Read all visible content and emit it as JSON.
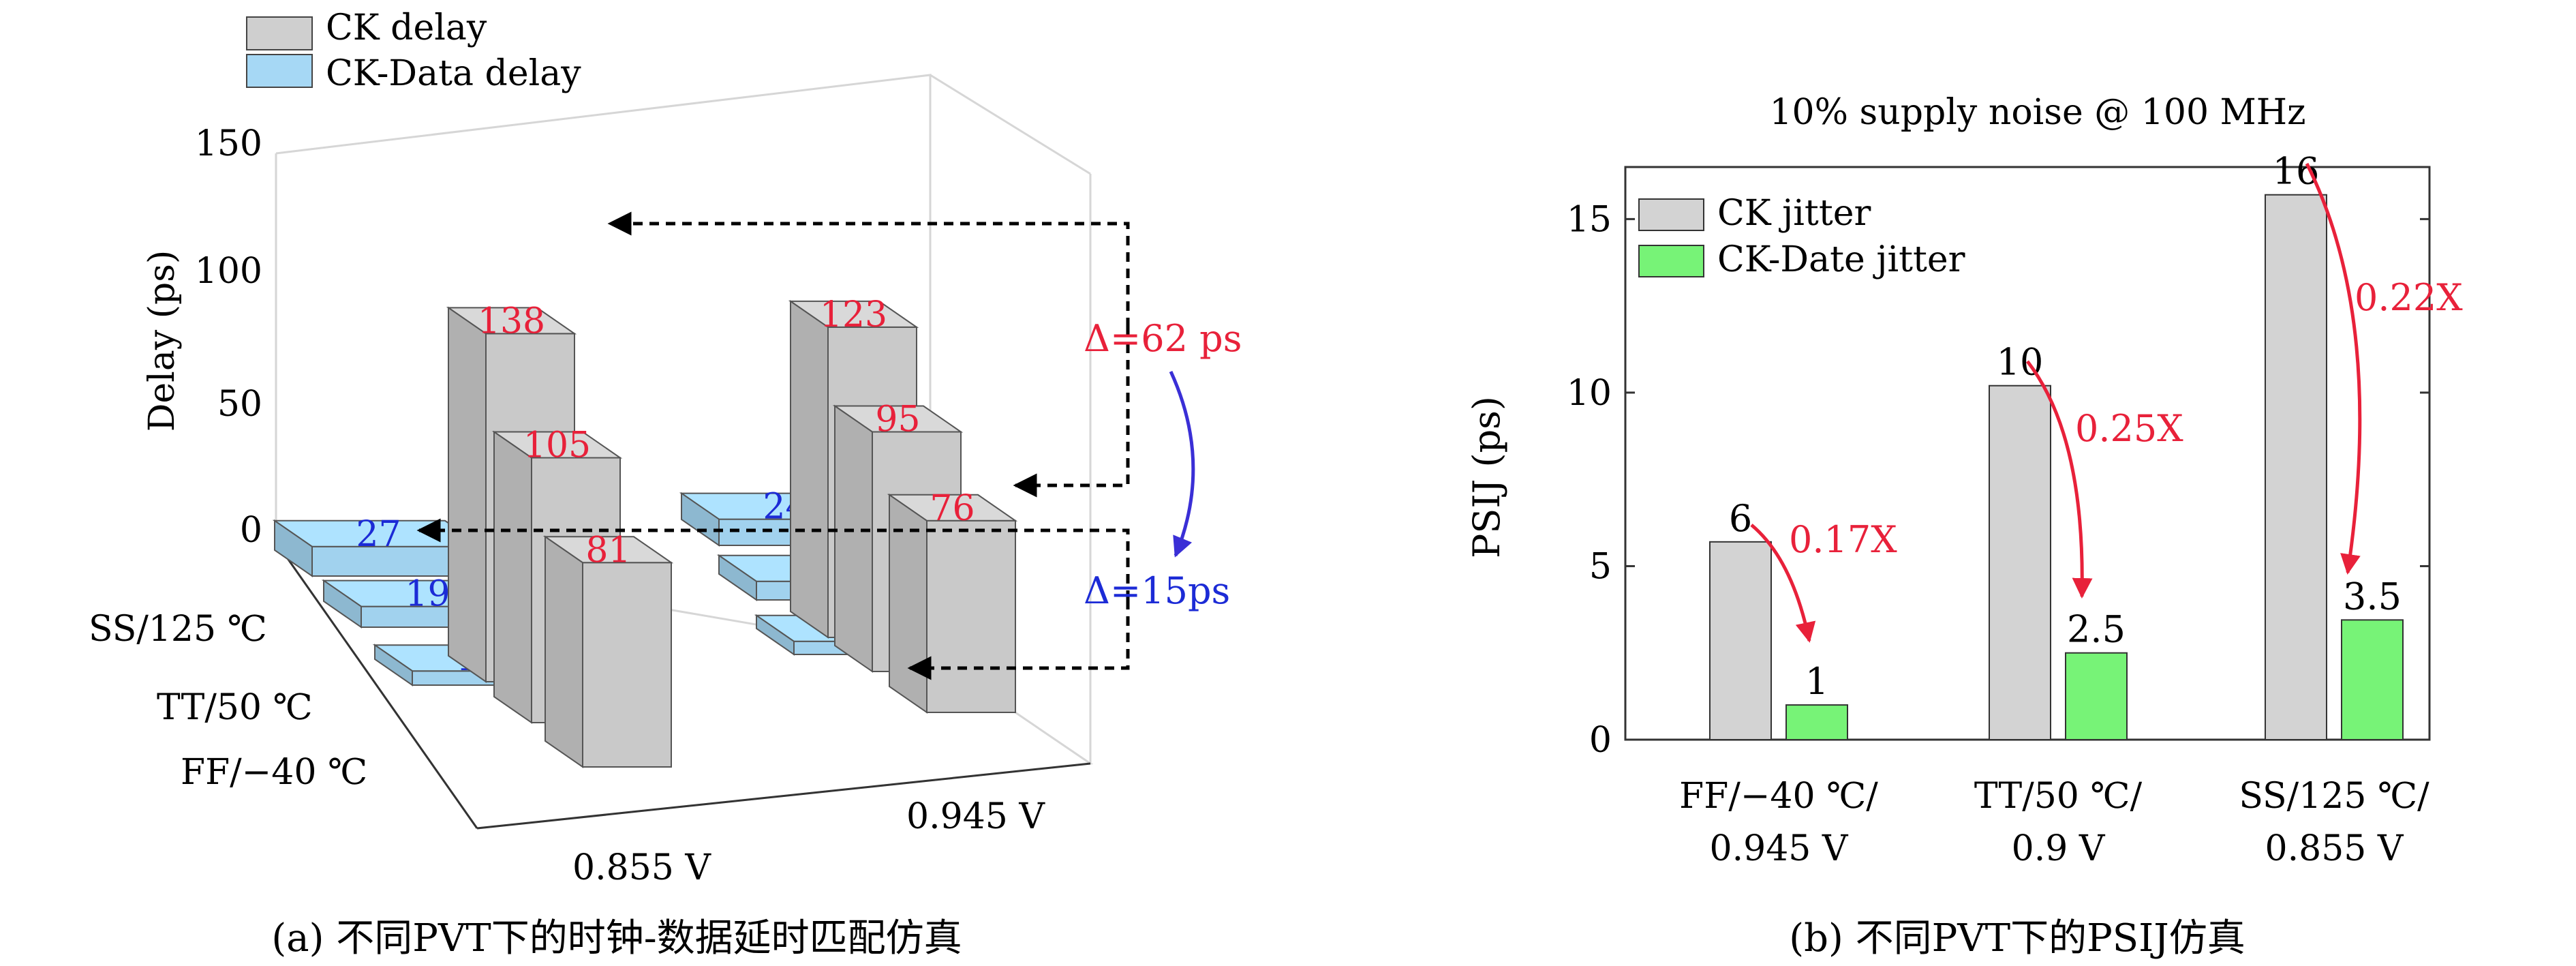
{
  "chart_data": [
    {
      "type": "bar3d",
      "zlabel": "Delay (ps)",
      "zlim": [
        0,
        150
      ],
      "zticks": [
        "0",
        "50",
        "100",
        "150"
      ],
      "rows": [
        "SS/125 ℃",
        "TT/50 ℃",
        "FF/−40 ℃"
      ],
      "cols": [
        "0.855 V",
        "0.945 V"
      ],
      "legend": [
        "CK delay",
        "CK-Data delay"
      ],
      "ck_delay": {
        "0.855 V": {
          "SS/125 ℃": 138,
          "TT/50 ℃": 105,
          "FF/−40 ℃": 81
        },
        "0.945 V": {
          "SS/125 ℃": 123,
          "TT/50 ℃": 95,
          "FF/−40 ℃": 76
        }
      },
      "ck_data_delay": {
        "0.855 V": {
          "SS/125 ℃": 27,
          "TT/50 ℃": 19,
          "FF/−40 ℃": 13
        },
        "0.945 V": {
          "SS/125 ℃": 24,
          "TT/50 ℃": 17,
          "FF/−40 ℃": 12
        }
      },
      "annotations": [
        "Δ=62 ps",
        "Δ=15ps"
      ],
      "caption": "(a) 不同PVT下的时钟-数据延时匹配仿真",
      "colors": {
        "ck": "#cfcfcf",
        "ckdata": "#a6d8f5",
        "label_red": "#e8213a",
        "label_blue": "#1c2bd6",
        "arrow_blue": "#3a2fd6"
      }
    },
    {
      "type": "bar",
      "title": "10% supply noise @ 100 MHz",
      "ylabel": "PSIJ (ps)",
      "ylim": [
        0,
        16.5
      ],
      "yticks": [
        "0",
        "5",
        "10",
        "15"
      ],
      "categories": [
        [
          "FF/−40 ℃/",
          "0.945 V"
        ],
        [
          "TT/50 ℃/",
          "0.9 V"
        ],
        [
          "SS/125 ℃/",
          "0.855 V"
        ]
      ],
      "series": [
        {
          "name": "CK jitter",
          "values": [
            5.7,
            10.2,
            15.7
          ],
          "labels": [
            "6",
            "10",
            "16"
          ],
          "color": "#d3d3d3"
        },
        {
          "name": "CK-Date jitter",
          "values": [
            1.0,
            2.5,
            3.45
          ],
          "labels": [
            "1",
            "2.5",
            "3.5"
          ],
          "color": "#77f377"
        }
      ],
      "ratios": [
        "0.17X",
        "0.25X",
        "0.22X"
      ],
      "caption": "(b) 不同PVT下的PSIJ仿真",
      "colors": {
        "ratio": "#e8213a"
      }
    }
  ]
}
